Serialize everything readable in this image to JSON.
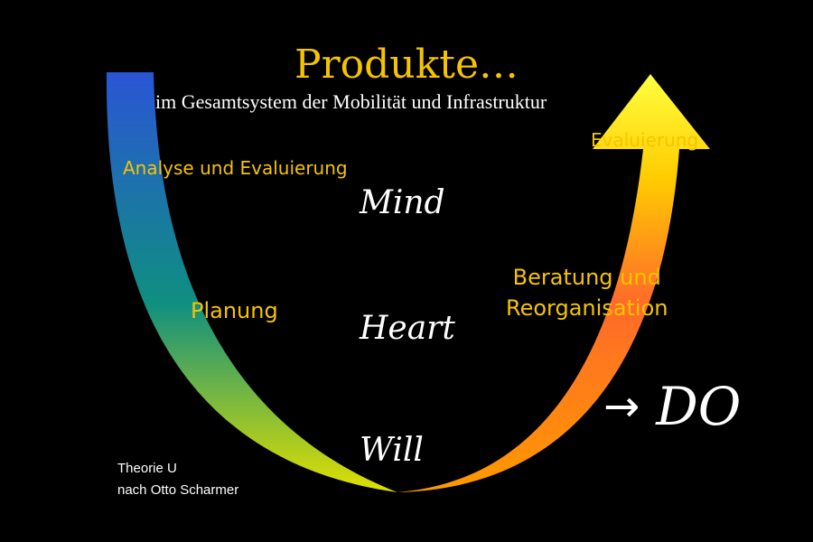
{
  "title": "Produkte…",
  "subtitle": "im Gesamtsystem der Mobilität und Infrastruktur",
  "left_labels": {
    "analyse": "Analyse und Evaluierung",
    "planung": "Planung"
  },
  "right_labels": {
    "evaluierung": "Evaluierung",
    "beratung_line1": "Beratung und",
    "beratung_line2": "Reorganisation"
  },
  "levels": {
    "mind": "Mind",
    "heart": "Heart",
    "will": "Will"
  },
  "do_label": "DO",
  "do_arrow_icon": "right-arrow-icon",
  "credit": {
    "line1": "Theorie U",
    "line2": "nach Otto Scharmer"
  },
  "colors": {
    "background": "#000000",
    "title": "#f5c400",
    "labels": "#f5c400",
    "handwriting": "#ffffff",
    "gradient_left": [
      "#2a55d6",
      "#0f8f80",
      "#e0e000"
    ],
    "gradient_right": [
      "#ff9a00",
      "#ffcc00",
      "#ffff40"
    ]
  }
}
